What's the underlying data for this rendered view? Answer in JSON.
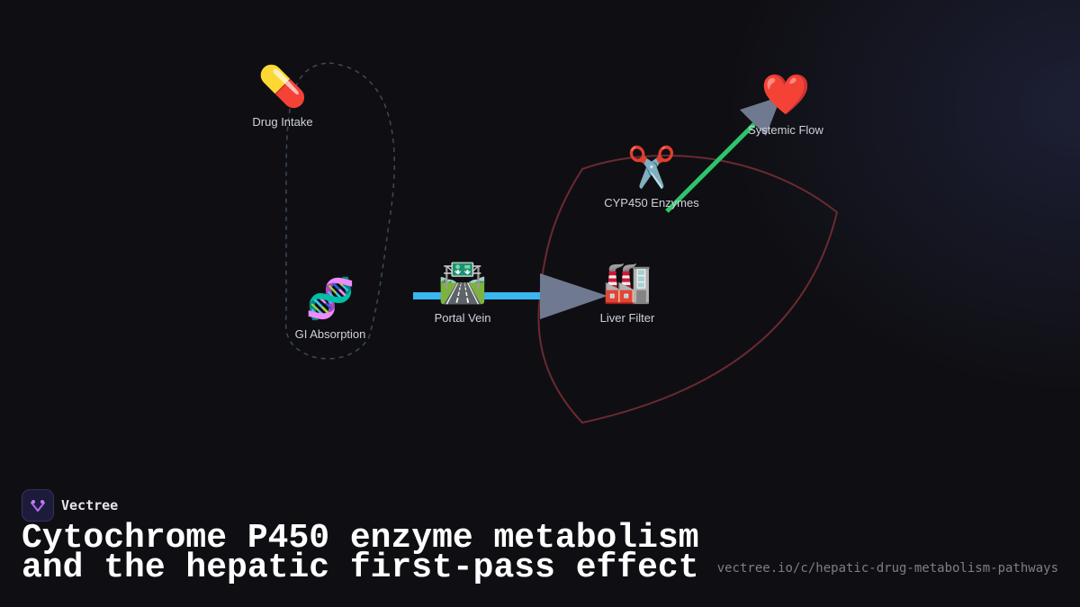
{
  "nodes": [
    {
      "id": "drug-intake",
      "icon": "💊",
      "icon_name": "pill-icon",
      "label": "Drug Intake"
    },
    {
      "id": "gi-absorption",
      "icon": "🧬",
      "icon_name": "dna-icon",
      "label": "GI Absorption"
    },
    {
      "id": "portal-vein",
      "icon": "🛣️",
      "icon_name": "road-icon",
      "label": "Portal Vein"
    },
    {
      "id": "liver-filter",
      "icon": "🏭",
      "icon_name": "factory-icon",
      "label": "Liver Filter"
    },
    {
      "id": "cyp450-enzymes",
      "icon": "✂️",
      "icon_name": "scissors-icon",
      "label": "CYP450 Enzymes"
    },
    {
      "id": "systemic-flow",
      "icon": "❤️",
      "icon_name": "heart-icon",
      "label": "Systemic Flow"
    }
  ],
  "edges": [
    {
      "from": "gi-absorption",
      "to": "liver-filter",
      "color": "#38b6f0"
    },
    {
      "from": "cyp450-enzymes",
      "to": "systemic-flow",
      "color": "#2fc46b"
    }
  ],
  "groups": [
    {
      "name": "intake-absorption-group",
      "members": [
        "drug-intake",
        "gi-absorption"
      ],
      "stroke": "#3a4a5c",
      "style": "dashed"
    },
    {
      "name": "liver-metabolism-group",
      "members": [
        "liver-filter",
        "cyp450-enzymes"
      ],
      "stroke": "#6b2a30",
      "style": "solid"
    }
  ],
  "colors": {
    "background": "#0f0f13",
    "arrowhead": "#6f7a90"
  },
  "brand": {
    "name": "Vectree"
  },
  "title": {
    "line1": "Cytochrome P450 enzyme metabolism",
    "line2": "and the hepatic first-pass effect"
  },
  "url": "vectree.io/c/hepatic-drug-metabolism-pathways"
}
